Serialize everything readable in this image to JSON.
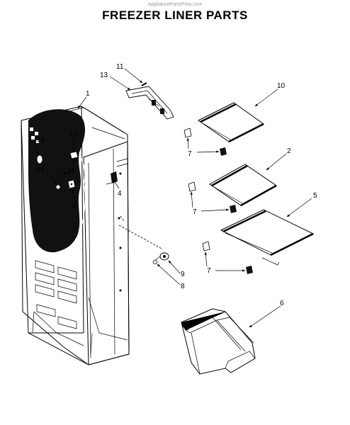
{
  "header": {
    "watermark": "AppliancePartsPros.com",
    "title": "FREEZER LINER PARTS"
  },
  "callouts": {
    "c1": "1",
    "c2": "2",
    "c3": "3",
    "c4": "4",
    "c5": "5",
    "c6": "6",
    "c7a": "7",
    "c7b": "7",
    "c7c": "7",
    "c8": "8",
    "c9": "9",
    "c10": "10",
    "c11": "11",
    "c12": "12",
    "c13": "13",
    "c14": "14",
    "c15": "15",
    "c16": "16"
  }
}
